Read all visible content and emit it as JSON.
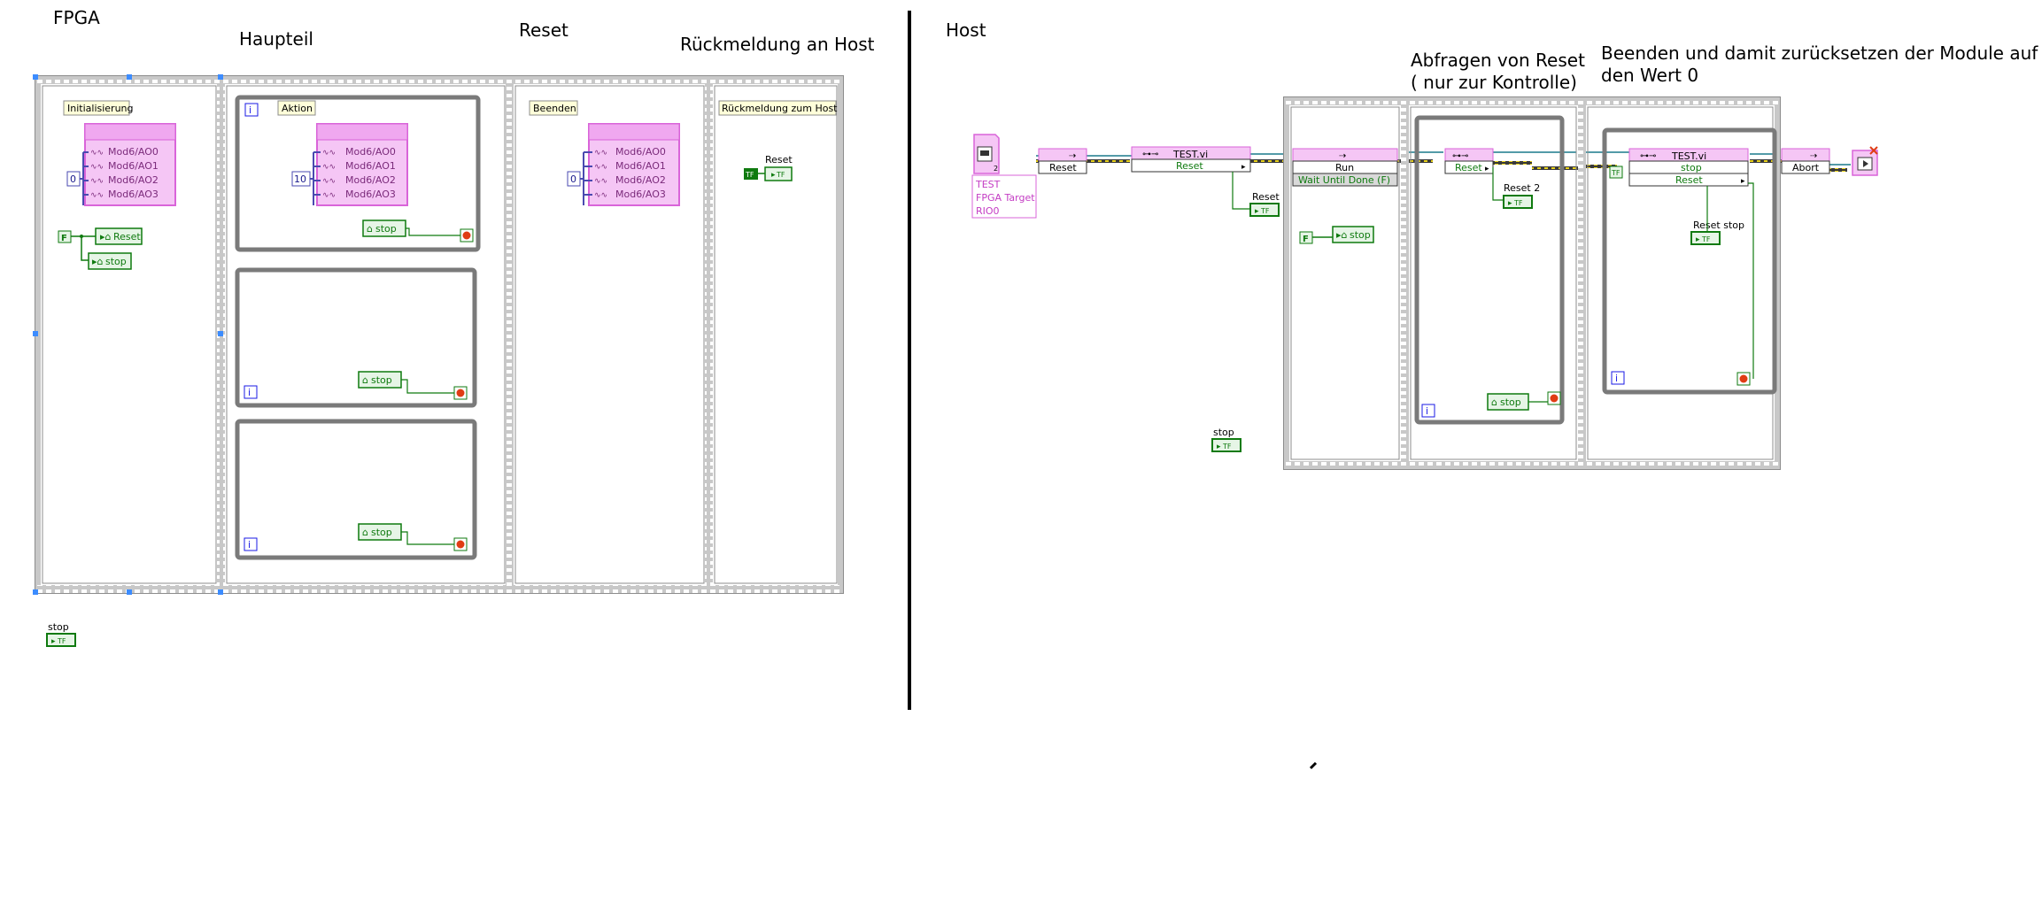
{
  "headings": {
    "fpga": "FPGA",
    "haupteil": "Haupteil",
    "reset": "Reset",
    "rueckmeldung": "Rückmeldung an Host",
    "host": "Host",
    "abfragen": "Abfragen von Reset ( nur zur Kontrolle)",
    "beenden": "Beenden und damit zurücksetzen der Module auf den Wert 0"
  },
  "fpga": {
    "frames": {
      "init": "Initialisierung",
      "aktion": "Aktion",
      "beenden": "Beenden",
      "rueckmeldung": "Rückmeldung zum Host"
    },
    "io_channels": [
      "Mod6/AO0",
      "Mod6/AO1",
      "Mod6/AO2",
      "Mod6/AO3"
    ],
    "constants": {
      "init_value": "0",
      "aktion_value": "10",
      "beenden_value": "0",
      "false_const": "F"
    },
    "locals": {
      "reset": "Reset",
      "stop": "stop"
    },
    "indicators": {
      "reset_label": "Reset",
      "stop_label": "stop",
      "tf": "TF"
    },
    "loop_index": "i"
  },
  "host": {
    "target": {
      "line1": "TEST",
      "line2": "FPGA Target",
      "line3": "RIO0"
    },
    "nodes": {
      "reset_method": "Reset",
      "test_vi": "TEST.vi",
      "reset_prop": "Reset",
      "run": "Run",
      "wait": "Wait Until Done (F)",
      "reset_prop2": "Reset",
      "stop_prop": "stop",
      "reset_prop3": "Reset",
      "abort": "Abort"
    },
    "indicators": {
      "reset": "Reset",
      "reset2": "Reset 2",
      "reset_stop": "Reset stop",
      "stop": "stop",
      "tf": "TF"
    },
    "locals": {
      "stop": "stop"
    },
    "constants": {
      "false_const": "F"
    },
    "loop_index": "i"
  },
  "colors": {
    "frame_gray": "#8c8c8c",
    "pink": "#d964d9",
    "pink_fill": "#f5c6f5",
    "green": "#0f7a0f",
    "green_fill": "#e6f5e6",
    "orange_stop": "#e03c14",
    "label_fill": "#ffffd9",
    "blue_index": "#1a1ae6"
  }
}
